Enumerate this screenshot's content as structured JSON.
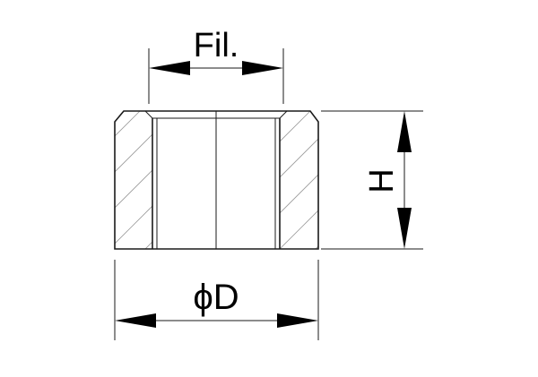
{
  "labels": {
    "thread": "Fil.",
    "diameter": "ϕD",
    "height": "H"
  },
  "colors": {
    "line": "#1a1a1a",
    "hatch": "#9a9a9a",
    "background": "#ffffff"
  }
}
